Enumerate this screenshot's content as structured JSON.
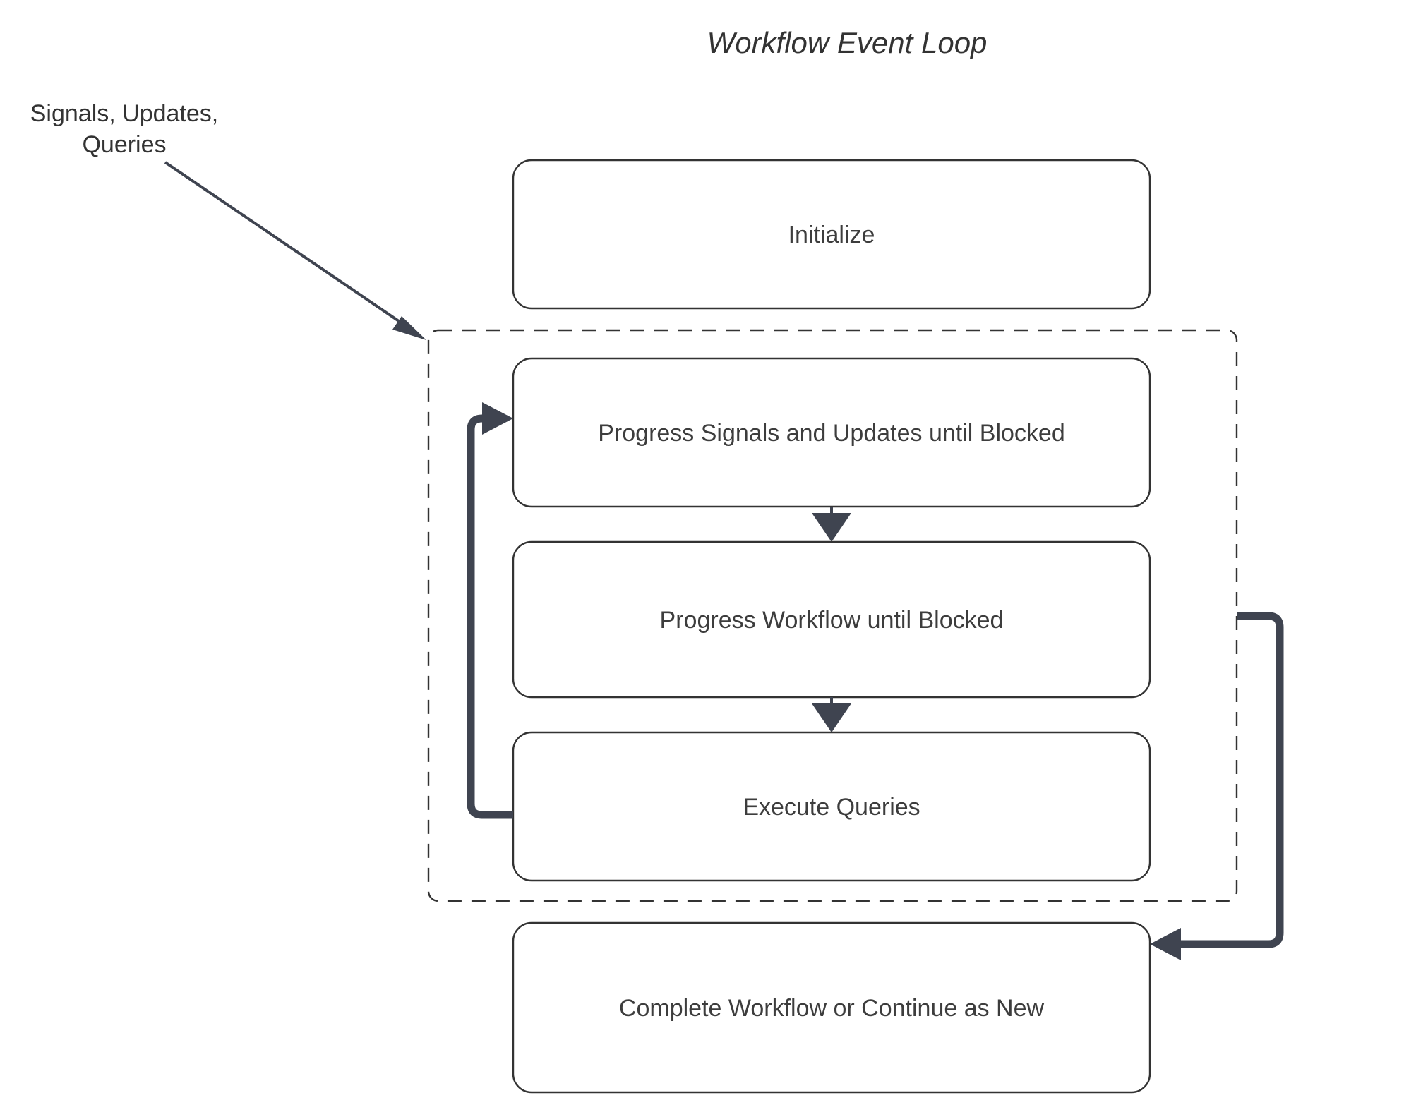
{
  "diagram": {
    "title": "Workflow Event Loop",
    "type": "flowchart",
    "background_color": "#ffffff",
    "box_border_color": "#333333",
    "edge_color": "#3f4450",
    "text_color": "#333333",
    "external_inputs": [
      {
        "id": "signals-input",
        "label_line1": "Signals, Updates,",
        "label_line2": "Queries",
        "target": "event-loop-group"
      }
    ],
    "nodes": [
      {
        "id": "initialize",
        "label": "Initialize",
        "shape": "rounded-rect",
        "inside_group": false
      },
      {
        "id": "progress-signals-updates",
        "label": "Progress Signals and Updates until Blocked",
        "shape": "rounded-rect",
        "inside_group": true
      },
      {
        "id": "progress-workflow",
        "label": "Progress Workflow until Blocked",
        "shape": "rounded-rect",
        "inside_group": true
      },
      {
        "id": "execute-queries",
        "label": "Execute Queries",
        "shape": "rounded-rect",
        "inside_group": true
      },
      {
        "id": "complete-workflow",
        "label": "Complete Workflow or Continue as New",
        "shape": "rounded-rect",
        "inside_group": false
      }
    ],
    "group": {
      "id": "event-loop-group",
      "label": "",
      "style": "dashed",
      "members": [
        "progress-signals-updates",
        "progress-workflow",
        "execute-queries"
      ]
    },
    "edges": [
      {
        "id": "edge-signals-to-group",
        "from": "signals-input",
        "to": "event-loop-group",
        "style": "solid-thin",
        "direction": "diagonal"
      },
      {
        "id": "edge-signals-to-workflow",
        "from": "progress-signals-updates",
        "to": "progress-workflow",
        "style": "solid-thin",
        "direction": "down"
      },
      {
        "id": "edge-workflow-to-queries",
        "from": "progress-workflow",
        "to": "execute-queries",
        "style": "solid-thin",
        "direction": "down"
      },
      {
        "id": "edge-queries-loopback",
        "from": "execute-queries",
        "to": "progress-signals-updates",
        "style": "solid-thick",
        "direction": "loop-left"
      },
      {
        "id": "edge-group-to-complete",
        "from": "event-loop-group",
        "to": "complete-workflow",
        "style": "solid-thick",
        "direction": "loop-right"
      }
    ]
  }
}
